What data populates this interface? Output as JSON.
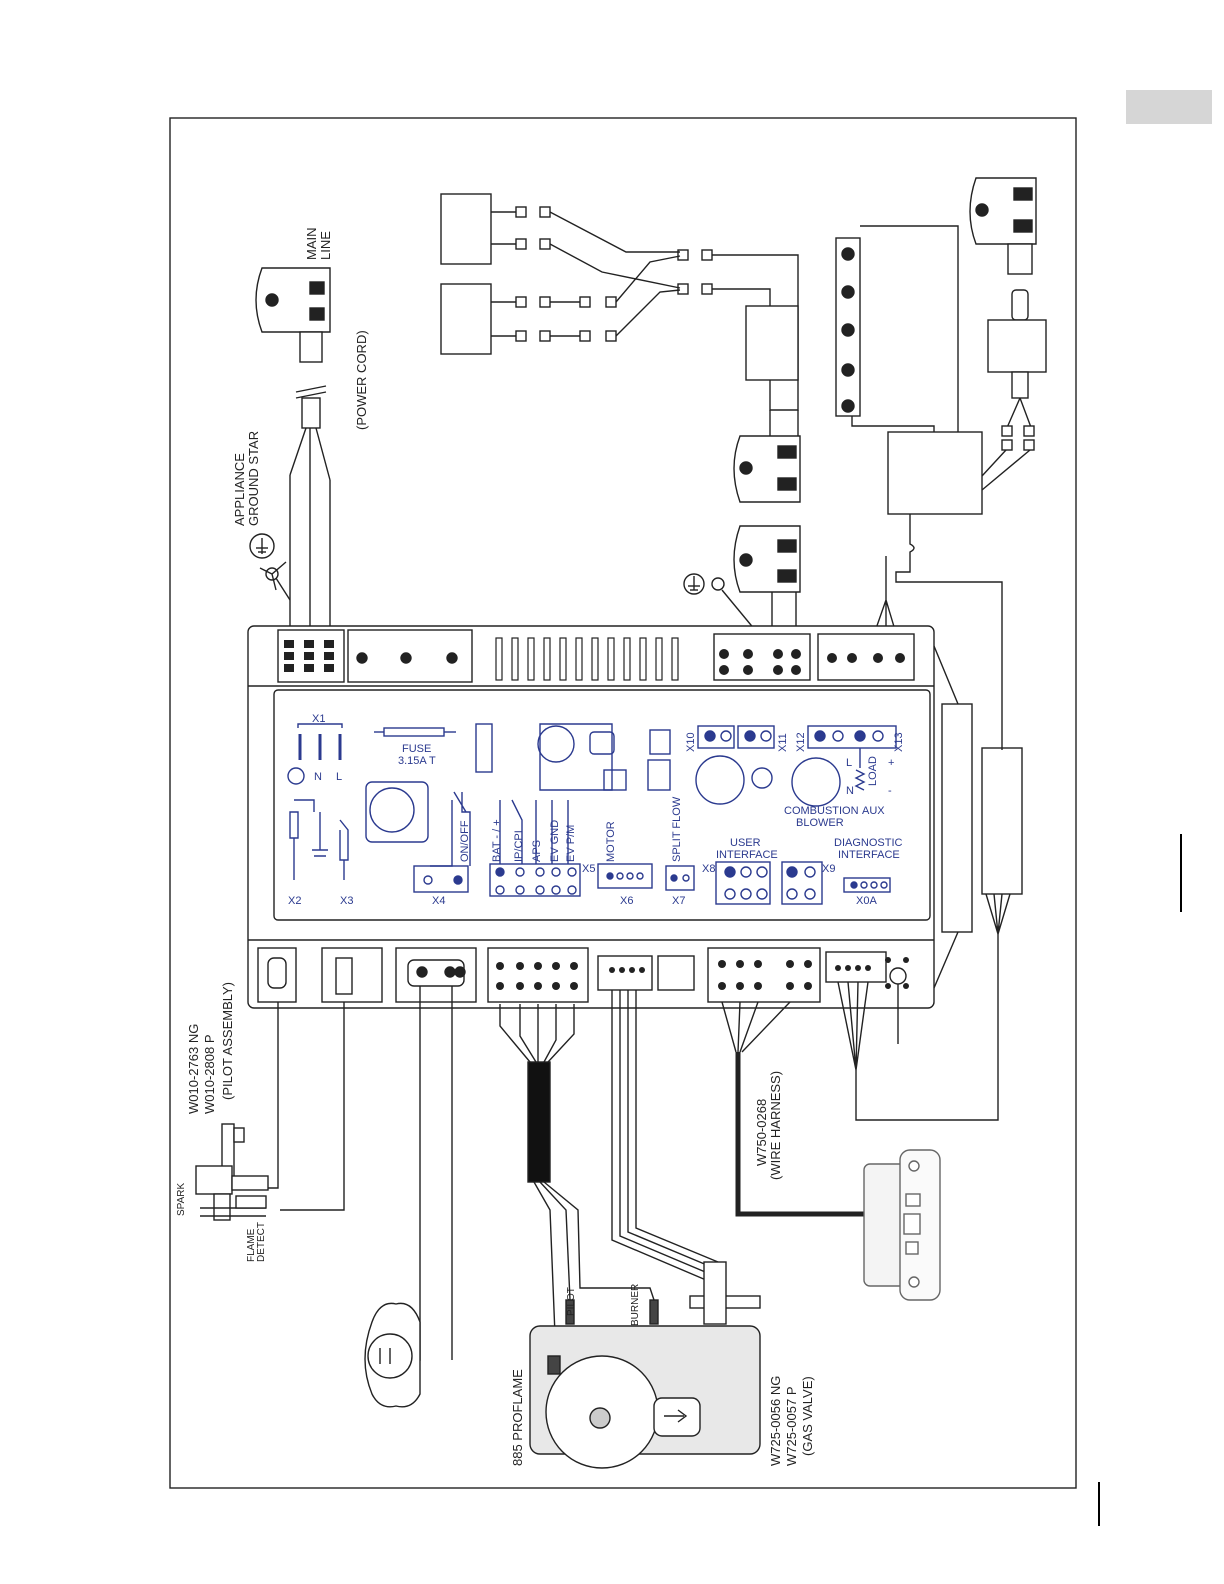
{
  "labels": {
    "main_line_1": "MAIN",
    "main_line_2": "LINE",
    "power_cord": "(POWER CORD)",
    "appliance_ground_1": "APPLIANCE",
    "appliance_ground_2": "GROUND STAR",
    "pilot_assembly_1": "W010-2763 NG",
    "pilot_assembly_2": "W010-2808 P",
    "pilot_assembly_3": "(PILOT ASSEMBLY)",
    "spark": "SPARK",
    "flame_detect_1": "FLAME",
    "flame_detect_2": "DETECT",
    "wire_harness_1": "W750-0268",
    "wire_harness_2": "(WIRE HARNESS)",
    "proflame": "885 PROFLAME",
    "gas_valve_1": "W725-0056 NG",
    "gas_valve_2": "W725-0057  P",
    "gas_valve_3": "(GAS VALVE)",
    "pilot": "PILOT",
    "burner": "BURNER"
  },
  "board": {
    "x1": "X1",
    "n": "N",
    "l": "L",
    "fuse": "FUSE",
    "fuse_rating": "3.15A T",
    "on_off": "ON/OFF",
    "bat": "BAT - / +",
    "ip_cpi": "IP/CPI",
    "aps": "APS",
    "ev_gnd": "EV GND",
    "ev_pm": "EV P/M",
    "motor": "MOTOR",
    "split_flow": "SPLIT FLOW",
    "x2": "X2",
    "x3": "X3",
    "x4": "X4",
    "x5": "X5",
    "x6": "X6",
    "x7": "X7",
    "x8": "X8",
    "x9": "X9",
    "x0a": "X0A",
    "x10": "X10",
    "x11": "X11",
    "x12": "X12",
    "x13": "X13",
    "user_interface_1": "USER",
    "user_interface_2": "INTERFACE",
    "diagnostic_interface_1": "DIAGNOSTIC",
    "diagnostic_interface_2": "INTERFACE",
    "combustion": "COMBUSTION",
    "blower": "BLOWER",
    "aux": "AUX",
    "load": "LOAD",
    "l_small": "L",
    "n_small": "N",
    "plus": "+",
    "minus": "-"
  },
  "colors": {
    "line": "#222222",
    "board_print": "#2b3a8f",
    "tab": "#d6d6d6"
  }
}
